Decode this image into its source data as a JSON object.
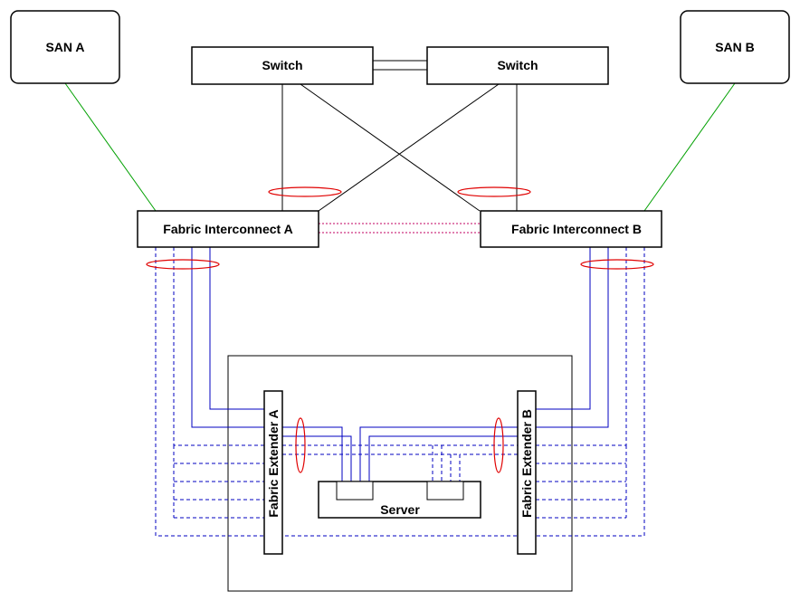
{
  "nodes": {
    "san_a": "SAN A",
    "san_b": "SAN B",
    "switch_left": "Switch",
    "switch_right": "Switch",
    "fi_a": "Fabric Interconnect A",
    "fi_b": "Fabric Interconnect B",
    "fex_a": "Fabric Extender A",
    "fex_b": "Fabric Extender B",
    "server": "Server"
  },
  "colors": {
    "outline": "#000000",
    "san_link": "#00a000",
    "fi_link": "#c00060",
    "server_link": "#0000c0",
    "port_channel": "#e00000"
  }
}
